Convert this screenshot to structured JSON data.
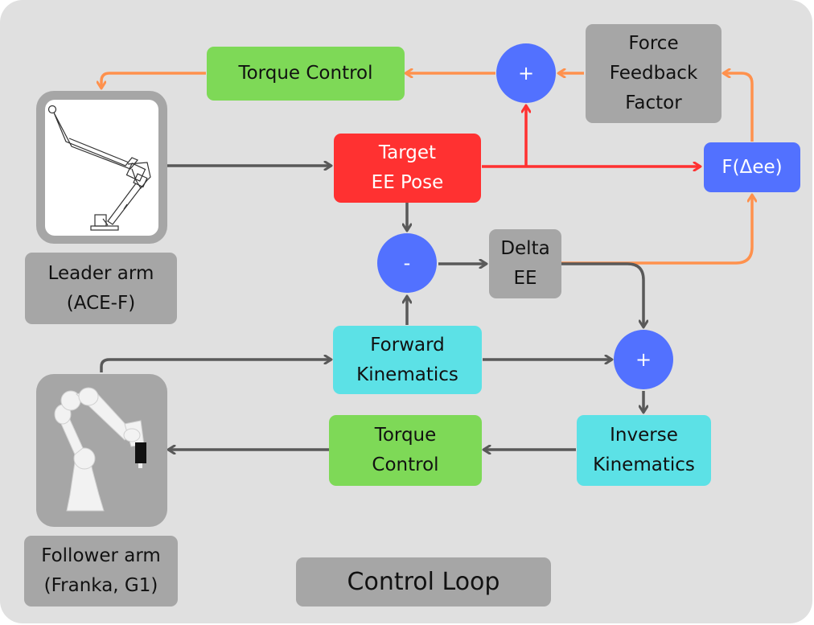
{
  "diagram": {
    "title": "Control Loop",
    "nodes": {
      "torque_control_top": "Torque Control",
      "force_feedback_factor": "Force\nFeedback\nFactor",
      "sum_top": "+",
      "target_ee_pose": "Target\nEE Pose",
      "f_delta_ee": "F(Δee)",
      "diff": "-",
      "delta_ee": "Delta\nEE",
      "forward_kinematics": "Forward\nKinematics",
      "sum_bottom": "+",
      "torque_control_bottom": "Torque\nControl",
      "inverse_kinematics": "Inverse\nKinematics",
      "leader_arm_label": "Leader arm\n(ACE-F)",
      "follower_arm_label": "Follower arm\n(Franka, G1)"
    },
    "images": {
      "leader_arm": "leader-arm-drawing",
      "follower_arm": "follower-arm-render"
    },
    "colors": {
      "background": "#e0e0e0",
      "gray_box": "#a6a6a6",
      "green_box": "#7ed957",
      "red_box": "#ff3131",
      "cyan_box": "#5ce1e6",
      "blue_node": "#5271ff",
      "wire_dark": "#595959",
      "wire_red": "#ff3131",
      "wire_orange": "#ff914d"
    },
    "edges": [
      {
        "from": "leader_arm",
        "to": "target_ee_pose",
        "color": "dark"
      },
      {
        "from": "target_ee_pose",
        "to": "sum_top",
        "color": "red"
      },
      {
        "from": "target_ee_pose",
        "to": "f_delta_ee",
        "color": "red"
      },
      {
        "from": "f_delta_ee",
        "to": "force_feedback_factor",
        "color": "orange"
      },
      {
        "from": "force_feedback_factor",
        "to": "sum_top",
        "color": "orange"
      },
      {
        "from": "sum_top",
        "to": "torque_control_top",
        "color": "orange"
      },
      {
        "from": "torque_control_top",
        "to": "leader_arm",
        "color": "orange"
      },
      {
        "from": "target_ee_pose",
        "to": "diff",
        "color": "dark"
      },
      {
        "from": "forward_kinematics",
        "to": "diff",
        "color": "dark"
      },
      {
        "from": "diff",
        "to": "delta_ee",
        "color": "dark"
      },
      {
        "from": "delta_ee",
        "to": "f_delta_ee",
        "color": "orange"
      },
      {
        "from": "delta_ee",
        "to": "sum_bottom",
        "color": "dark"
      },
      {
        "from": "follower_arm",
        "to": "forward_kinematics",
        "color": "dark"
      },
      {
        "from": "forward_kinematics",
        "to": "sum_bottom",
        "color": "dark"
      },
      {
        "from": "sum_bottom",
        "to": "inverse_kinematics",
        "color": "dark"
      },
      {
        "from": "inverse_kinematics",
        "to": "torque_control_bottom",
        "color": "dark"
      },
      {
        "from": "torque_control_bottom",
        "to": "follower_arm",
        "color": "dark"
      }
    ]
  }
}
